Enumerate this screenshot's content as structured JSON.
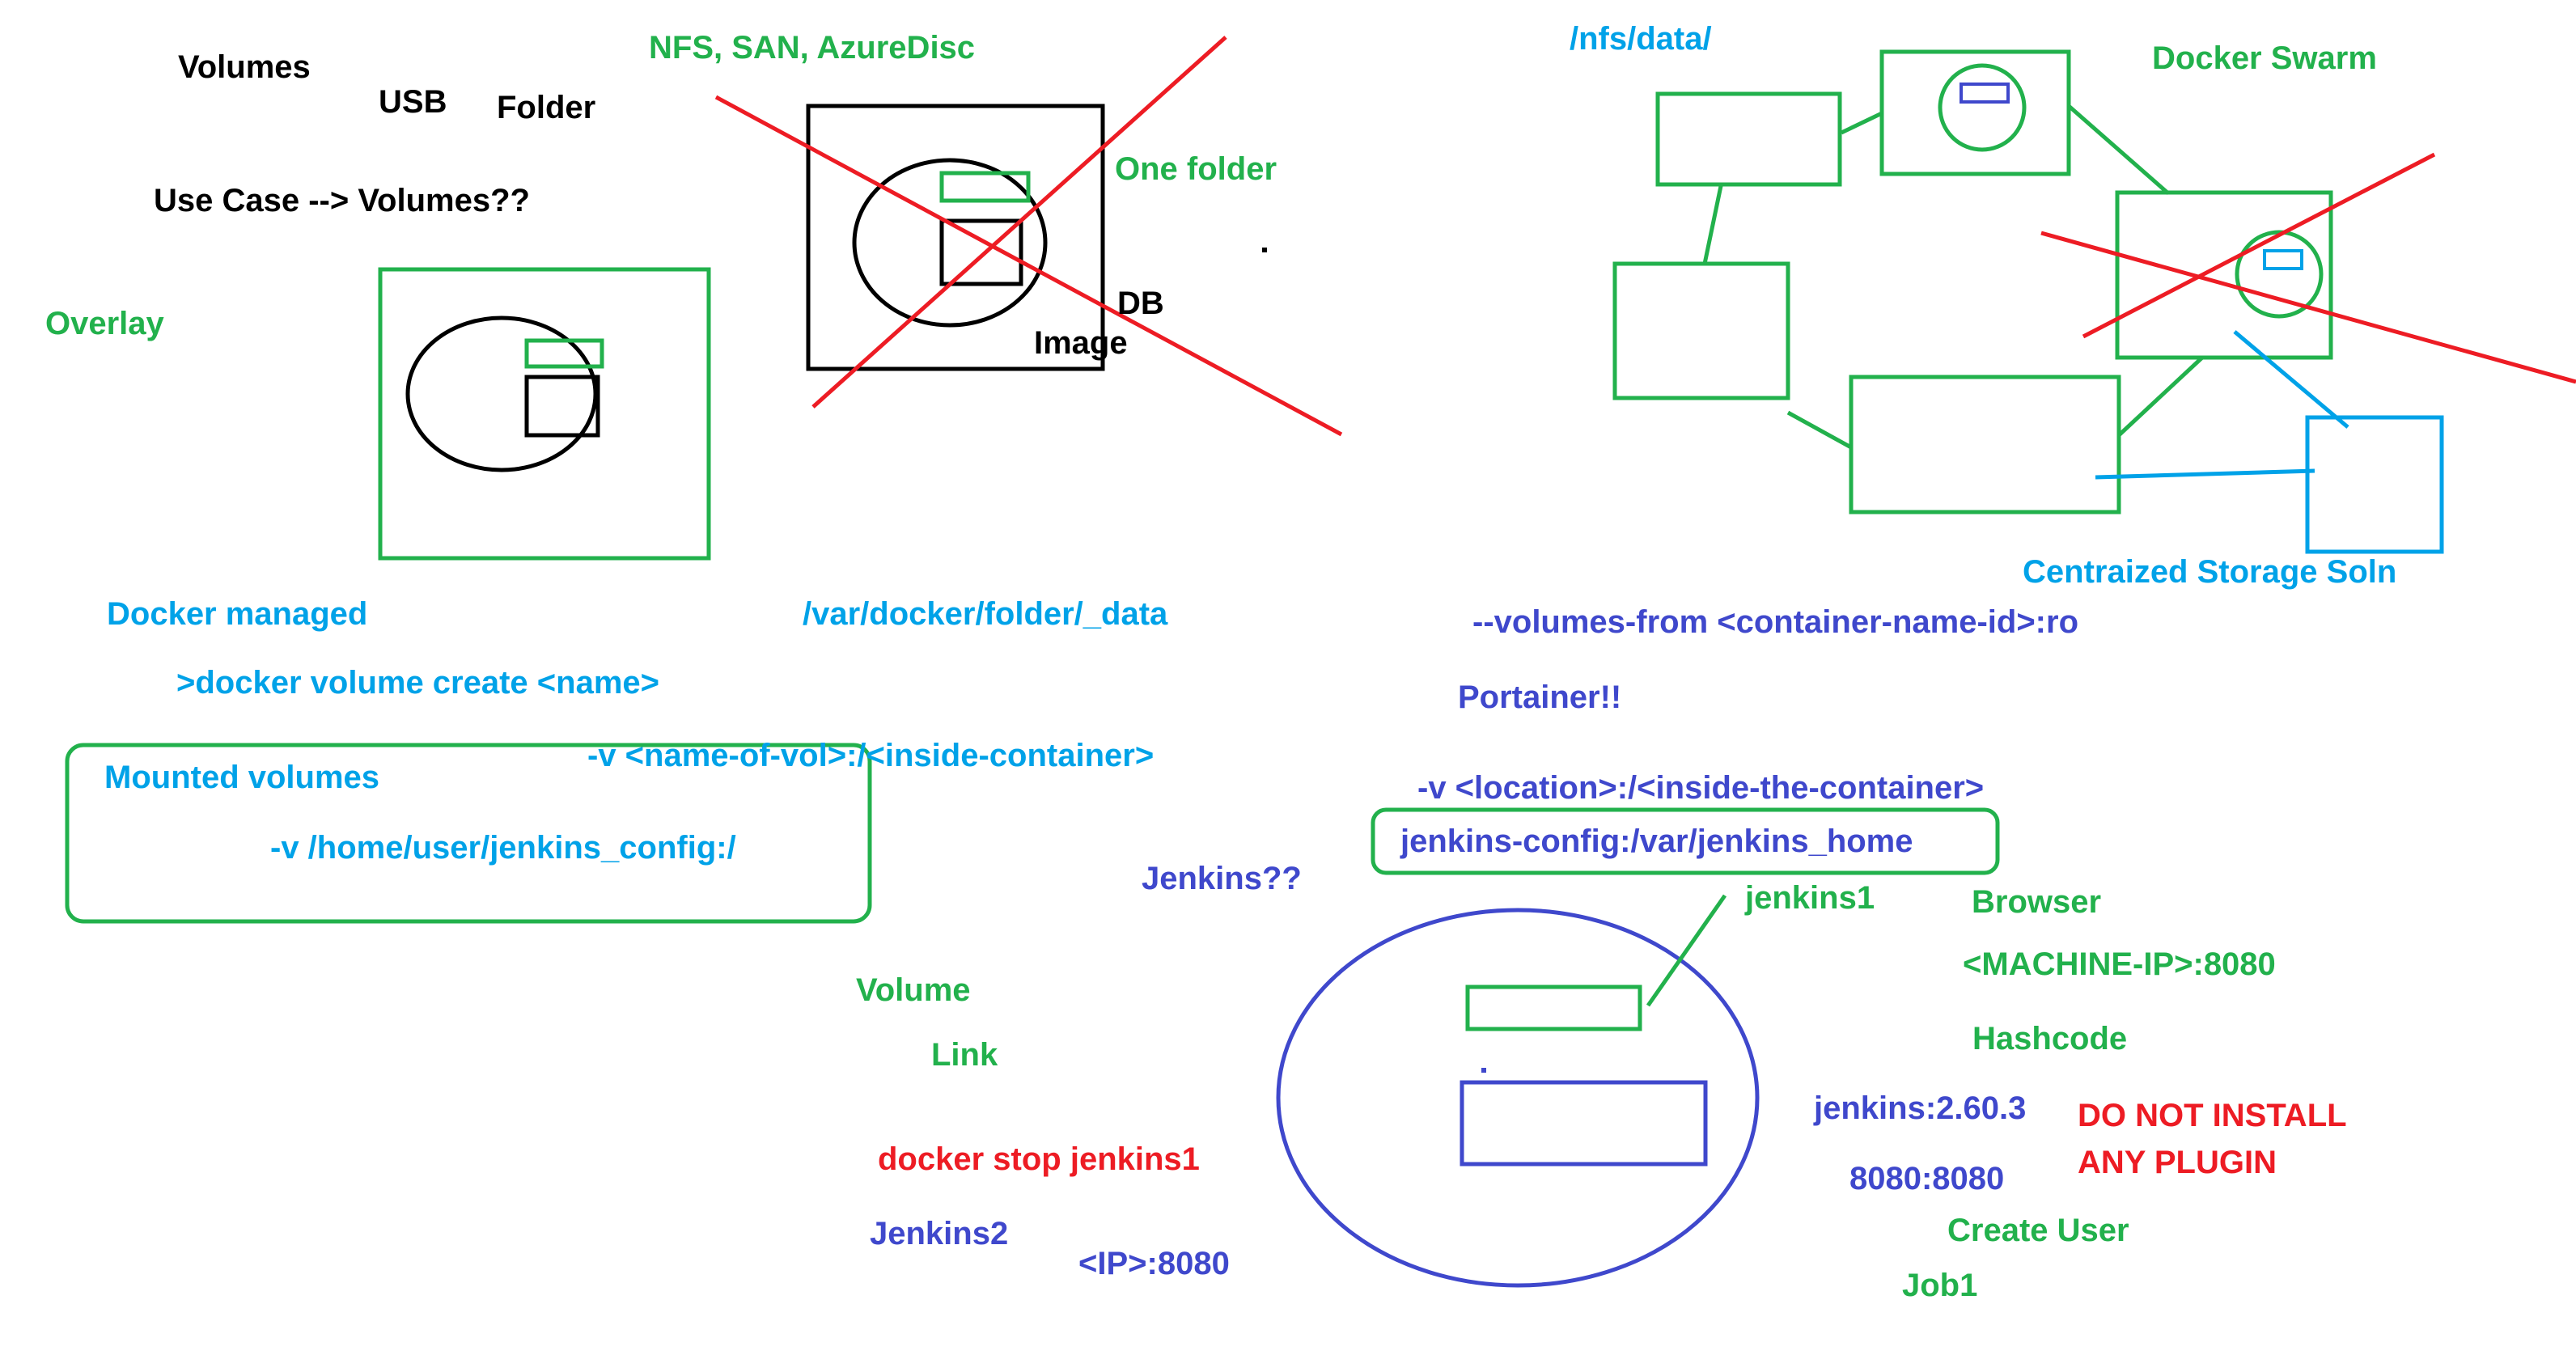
{
  "colors": {
    "black": "#000000",
    "green": "#22b14c",
    "cyan": "#00a2e8",
    "navy": "#3f48cc",
    "red": "#ed1c24"
  },
  "labels": {
    "volumes": "Volumes",
    "usb": "USB",
    "folder": "Folder",
    "nfs_san": "NFS, SAN, AzureDisc",
    "use_case": "Use Case --> Volumes??",
    "one_folder": "One folder",
    "overlay": "Overlay",
    "db": "DB",
    "image": "Image",
    "nfs_data": "/nfs/data/",
    "docker_swarm": "Docker Swarm",
    "centralized_storage": "Centraized Storage Soln",
    "docker_managed": "Docker managed",
    "var_docker_folder": "/var/docker/folder/_data",
    "volumes_from": "--volumes-from <container-name-id>:ro",
    "docker_volume_create": ">docker volume create <name>",
    "portainer": "Portainer!!",
    "v_name_of_vol": "-v <name-of-vol>:/<inside-container>",
    "mounted_volumes": "Mounted volumes",
    "v_location": "-v <location>:/<inside-the-container>",
    "v_home_jenkins": "-v /home/user/jenkins_config:/",
    "jenkins_config_mapping": "jenkins-config:/var/jenkins_home",
    "jenkins_q": "Jenkins??",
    "jenkins1": "jenkins1",
    "browser": "Browser",
    "machine_ip": "<MACHINE-IP>:8080",
    "volume": "Volume",
    "link": "Link",
    "hashcode": "Hashcode",
    "jenkins_version": "jenkins:2.60.3",
    "do_not_install": "DO NOT INSTALL",
    "any_plugin": "ANY PLUGIN",
    "docker_stop": "docker stop jenkins1",
    "port_mapping": "8080:8080",
    "jenkins2": "Jenkins2",
    "create_user": "Create User",
    "ip_port": "<IP>:8080",
    "job1": "Job1"
  }
}
